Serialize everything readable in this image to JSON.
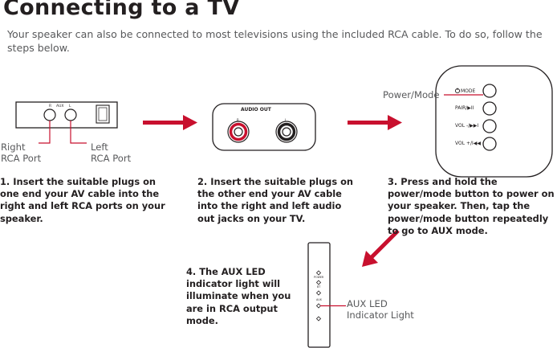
{
  "title": "Connecting to a TV",
  "intro": "Your speaker can also be connected to most televisions using the included RCA cable.  To do so, follow the steps below.",
  "panel1": {
    "right_tick": "R",
    "aux_tick": "AUX",
    "left_tick": "L"
  },
  "panel2": {
    "label": "AUDIO OUT",
    "r": "R",
    "l": "L"
  },
  "panel3": {
    "b1": "MODE",
    "b2": "PAIR/▶II",
    "b3": "VOL -/▶▶I",
    "b4": "VOL +/I◀◀"
  },
  "panel4": {
    "t1": "POWER",
    "t2": "BT",
    "t3": "AUX"
  },
  "callouts": {
    "right_rca_line1": "Right",
    "right_rca_line2": "RCA Port",
    "left_rca_line1": "Left",
    "left_rca_line2": "RCA Port",
    "power_mode": "Power/Mode",
    "aux_led_line1": "AUX LED",
    "aux_led_line2": "Indicator Light"
  },
  "steps": [
    "1. Insert the suitable plugs on one end your AV cable into the right and left RCA ports on your speaker.",
    "2. Insert the suitable plugs on the other end your AV cable into the right and left audio out jacks on your TV.",
    "3. Press and hold the power/mode button to power on your speaker. Then, tap the power/mode button repeatedly to go to AUX mode.",
    "4. The AUX LED indicator light will illuminate when you are in RCA output mode."
  ],
  "colors": {
    "accent": "#c8102e",
    "text": "#231f20",
    "muted": "#58595b"
  }
}
